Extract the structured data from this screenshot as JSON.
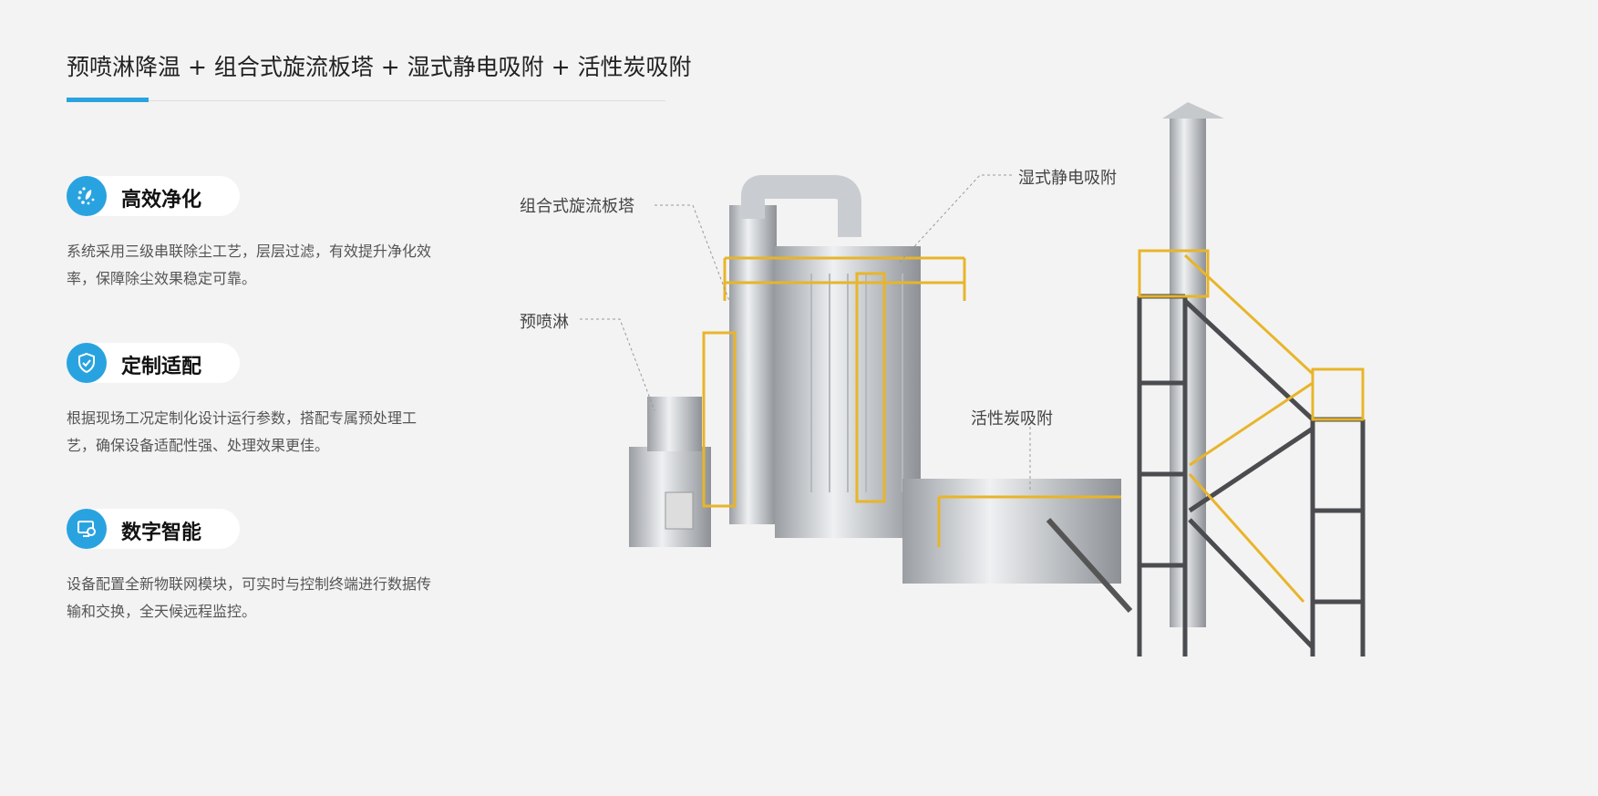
{
  "header": {
    "title": "预喷淋降温 + 组合式旋流板塔 + 湿式静电吸附 + 活性炭吸附"
  },
  "features": [
    {
      "icon": "purify-icon",
      "title": "高效净化",
      "desc": "系统采用三级串联除尘工艺，层层过滤，有效提升净化效率，保障除尘效果稳定可靠。"
    },
    {
      "icon": "shield-check-icon",
      "title": "定制适配",
      "desc": "根据现场工况定制化设计运行参数，搭配专属预处理工艺，确保设备适配性强、处理效果更佳。"
    },
    {
      "icon": "monitor-gear-icon",
      "title": "数字智能",
      "desc": "设备配置全新物联网模块，可实时与控制终端进行数据传输和交换，全天候远程监控。"
    }
  ],
  "diagram": {
    "labels": {
      "cyclone": "组合式旋流板塔",
      "wesp": "湿式静电吸附",
      "prespray": "预喷淋",
      "carbon": "活性炭吸附"
    }
  },
  "colors": {
    "accent": "#29a3e0",
    "rail": "#e8b52a"
  }
}
